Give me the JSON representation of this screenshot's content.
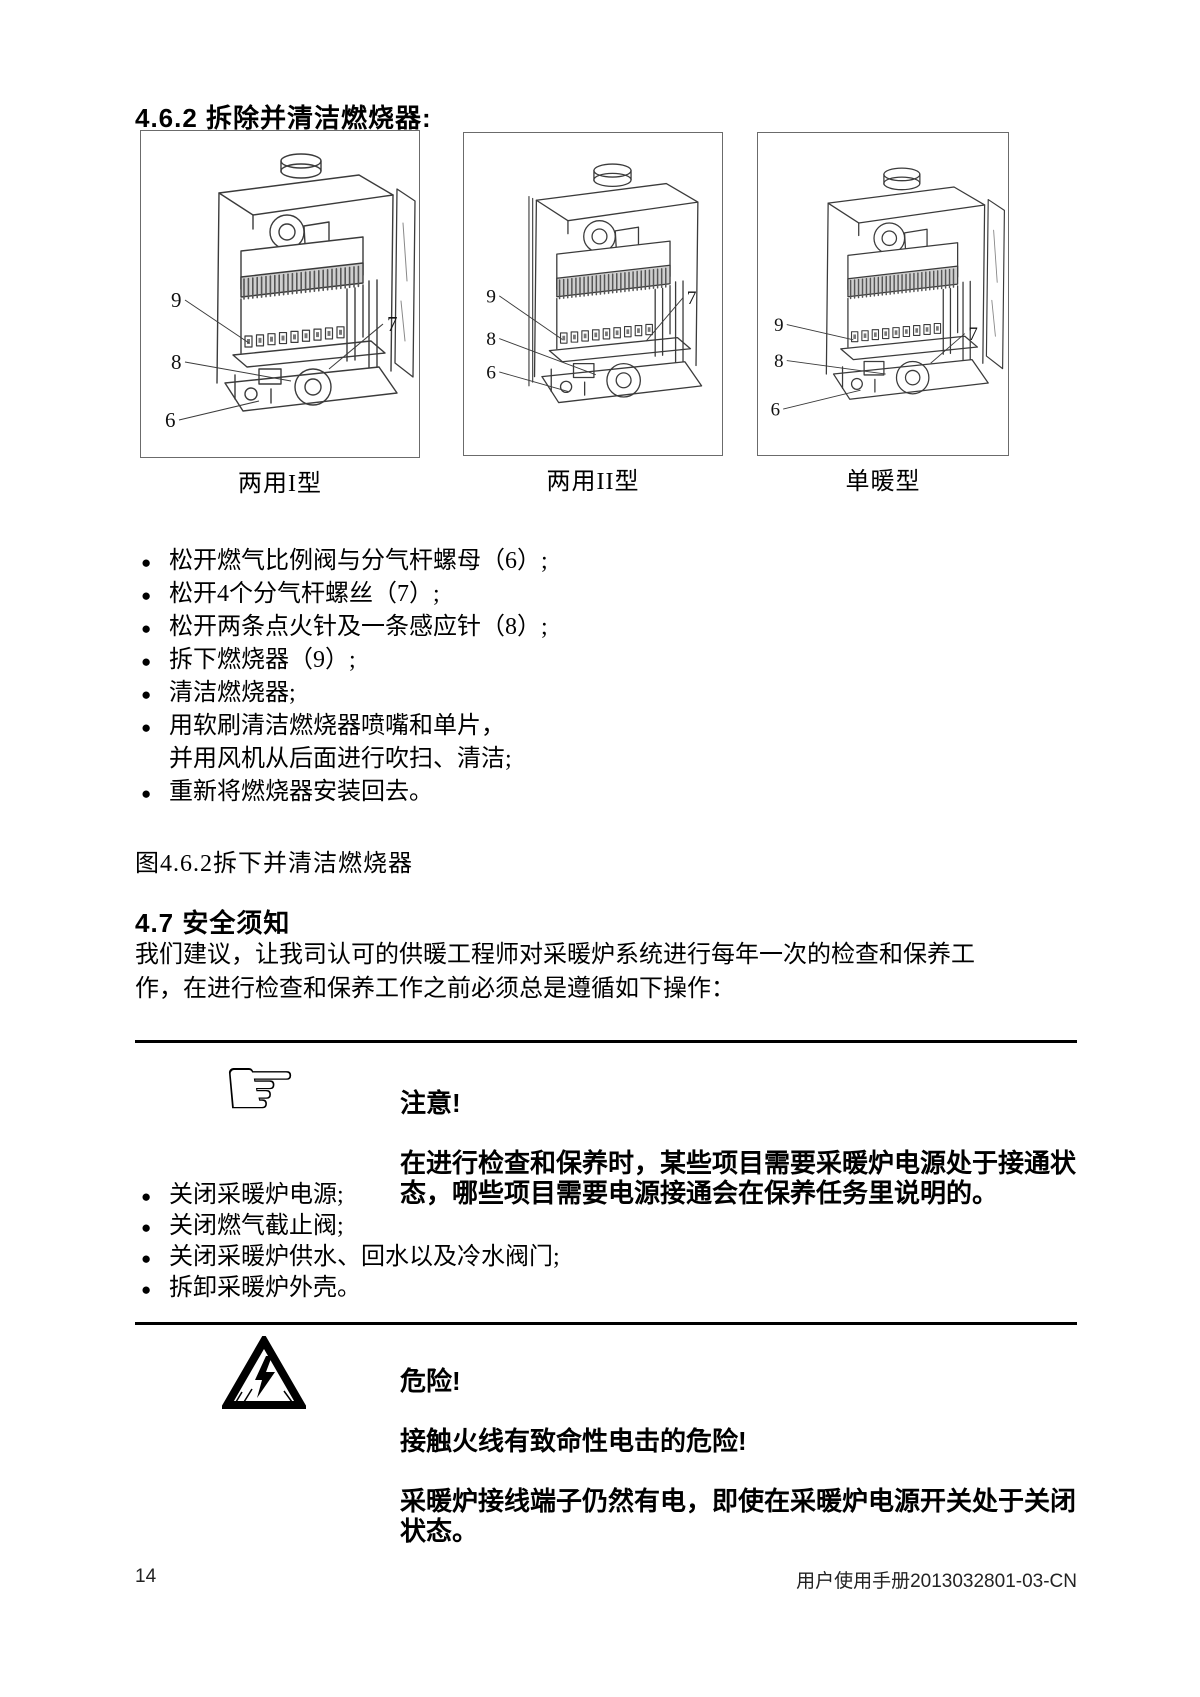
{
  "page": {
    "section_title": "4.6.2 拆除并清洁燃烧器:",
    "figure_caption": "图4.6.2拆下并清洁燃烧器",
    "footer": {
      "page_number": "14",
      "doc_id": "用户使用手册2013032801-03-CN"
    }
  },
  "figures": [
    {
      "label": "两用I型",
      "callouts": [
        "9",
        "8",
        "6",
        "7"
      ]
    },
    {
      "label": "两用II型",
      "callouts": [
        "9",
        "8",
        "6",
        "7"
      ]
    },
    {
      "label": "单暖型",
      "callouts": [
        "9",
        "8",
        "6",
        "7"
      ]
    }
  ],
  "steps": [
    "松开燃气比例阀与分气杆螺母（6）;",
    "松开4个分气杆螺丝（7）;",
    "松开两条点火针及一条感应针（8）;",
    "拆下燃烧器（9）;",
    "清洁燃烧器;",
    "用软刷清洁燃烧器喷嘴和单片，\n并用风机从后面进行吹扫、清洁;",
    "重新将燃烧器安装回去。"
  ],
  "section47": {
    "title": "4.7  安全须知",
    "intro": "我们建议，让我司认可的供暖工程师对采暖炉系统进行每年一次的检查和保养工\n作，在进行检查和保养工作之前必须总是遵循如下操作："
  },
  "notice": {
    "icon": "pointing-hand",
    "title": "注意!",
    "body": "在进行检查和保养时，某些项目需要采暖炉电源处于接通状\n态，哪些项目需要电源接通会在保养任务里说明的。"
  },
  "precautions": [
    "关闭采暖炉电源;",
    "关闭燃气截止阀;",
    "关闭采暖炉供水、回水以及冷水阀门;",
    "拆卸采暖炉外壳。"
  ],
  "danger": {
    "icon": "high-voltage-warning",
    "title": "危险!",
    "line1": "接触火线有致命性电击的危险!",
    "line2": "采暖炉接线端子仍然有电，即使在采暖炉电源开关处于关闭\n状态。"
  },
  "colors": {
    "ink": "#111111",
    "line_art": "#3b3b3b",
    "rule": "#000000",
    "figure_border": "#6b6b6b"
  }
}
